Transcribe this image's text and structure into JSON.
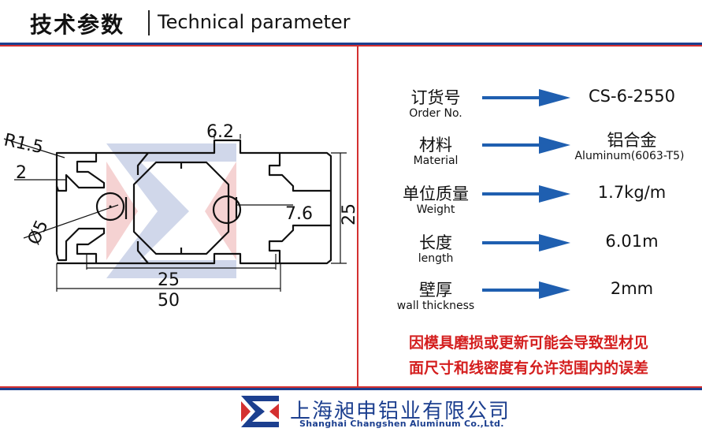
{
  "header": {
    "title_cn": "技术参数",
    "title_en": "Technical parameter"
  },
  "drawing": {
    "dimensions": {
      "r": "R1.5",
      "two": "2",
      "top": "6.2",
      "side": "7.6",
      "height": "25",
      "inner": "25",
      "width": "50",
      "hole": "Ø5"
    }
  },
  "specs": [
    {
      "cn": "订货号",
      "en": "Order No.",
      "value": "CS-6-2550"
    },
    {
      "cn": "材料",
      "en": "Material",
      "value": "铝合金",
      "value_sub": "Aluminum(6063-T5)"
    },
    {
      "cn": "单位质量",
      "en": "Weight",
      "value": "1.7kg/m"
    },
    {
      "cn": "长度",
      "en": "length",
      "value": "6.01m"
    },
    {
      "cn": "壁厚",
      "en": "wall thickness",
      "value": "2mm"
    }
  ],
  "note": {
    "line1": "因模具磨损或更新可能会导致型材见",
    "line2": "面尺寸和线密度有允许范围内的误差"
  },
  "footer": {
    "company_cn": "上海昶申铝业有限公司",
    "company_en": "Shanghai  Changshen Aluminum  Co.,Ltd."
  },
  "colors": {
    "blue": "#1c3f8f",
    "red": "#d43030",
    "arrow": "#1f5fb0"
  }
}
